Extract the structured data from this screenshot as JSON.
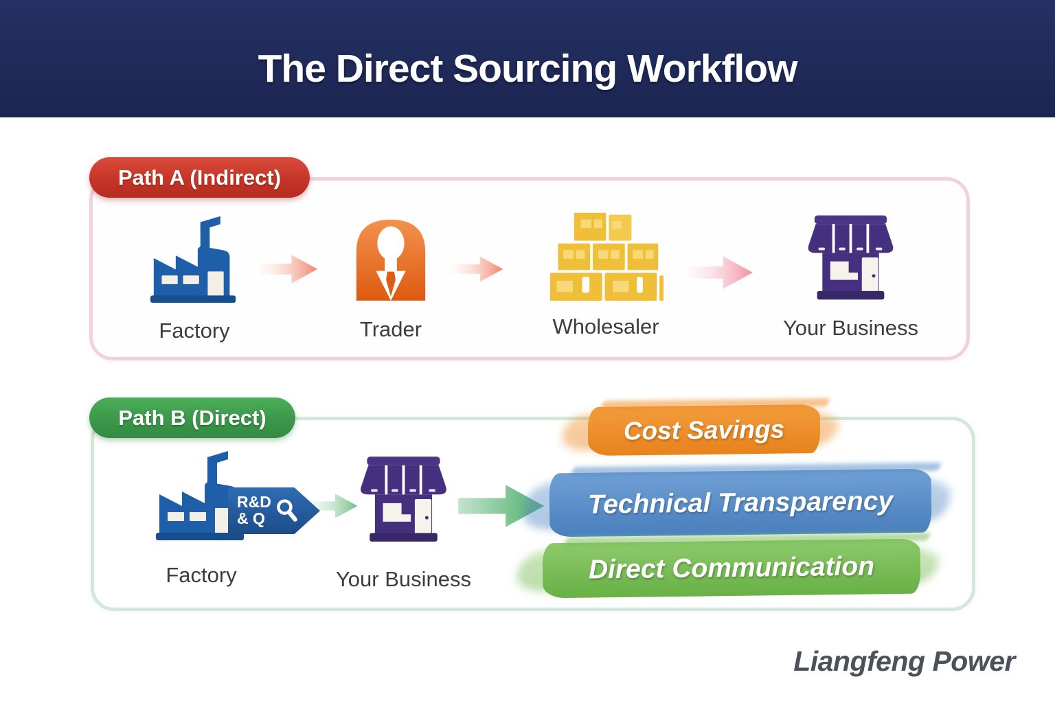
{
  "header": {
    "title": "The Direct Sourcing Workflow",
    "bg_color": "#1e2957"
  },
  "path_a": {
    "badge_label": "Path A (Indirect)",
    "badge_color": "#c53527",
    "border_color": "#f2d2d9",
    "arrow_color": "#f0836c",
    "nodes": [
      {
        "label": "Factory",
        "icon": "factory-icon",
        "color": "#1f5ea8"
      },
      {
        "label": "Trader",
        "icon": "trader-icon",
        "color": "#e8762c"
      },
      {
        "label": "Wholesaler",
        "icon": "crates-icon",
        "color": "#efbf39"
      },
      {
        "label": "Your Business",
        "icon": "storefront-icon",
        "color": "#44307e"
      }
    ]
  },
  "path_b": {
    "badge_label": "Path B (Direct)",
    "badge_color": "#3b9849",
    "border_color": "#d2e8d8",
    "arrow_color": "#5fb678",
    "factory_tag": {
      "line1": "R&D",
      "line2": "& Q",
      "icon": "magnifier-icon",
      "color": "#24588f"
    },
    "nodes": [
      {
        "label": "Factory",
        "icon": "factory-icon",
        "color": "#1f5ea8"
      },
      {
        "label": "Your Business",
        "icon": "storefront-icon",
        "color": "#44307e"
      }
    ],
    "benefits": [
      {
        "label": "Cost Savings",
        "color": "#ee8c2a"
      },
      {
        "label": "Technical Transparency",
        "color": "#5a8ec8"
      },
      {
        "label": "Direct Communication",
        "color": "#7cbe58"
      }
    ]
  },
  "footer": {
    "brand": "Liangfeng Power"
  }
}
